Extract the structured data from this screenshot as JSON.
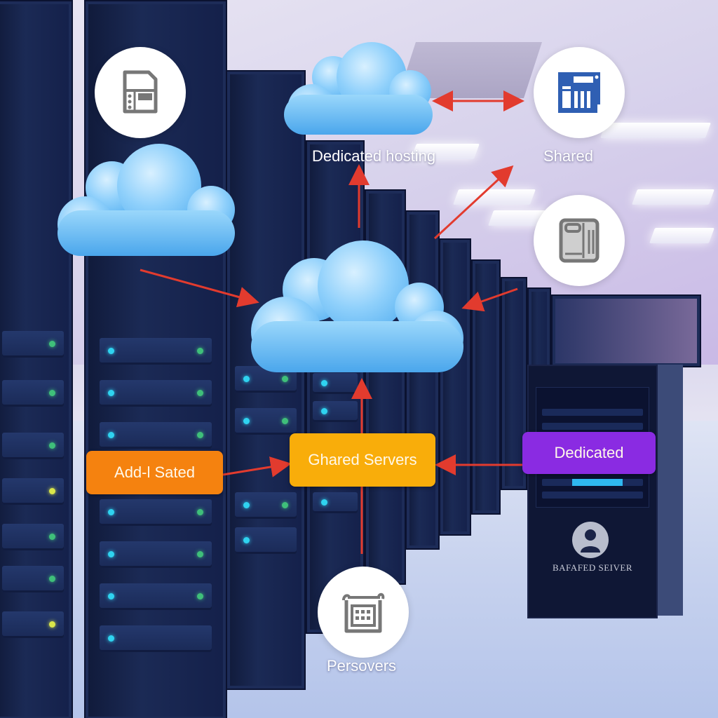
{
  "diagram": {
    "captions": {
      "dedicated_hosting": "Dedicated hosting",
      "shared": "Shared",
      "persovers": "Persovers"
    },
    "tags": {
      "add_sated": {
        "label": "Add-l Sated",
        "color": "#f5820f"
      },
      "ghared_servers": {
        "label": "Ghared Servers",
        "color": "#f9ad0a"
      },
      "dedicated": {
        "label": "Dedicated",
        "color": "#8a2be2"
      }
    },
    "console": {
      "label": "BAFAFED SEIVER"
    },
    "icons": [
      {
        "name": "document-icon",
        "position": "top-left"
      },
      {
        "name": "server-storage-icon",
        "position": "top-right",
        "color": "#2f5fb3"
      },
      {
        "name": "device-icon",
        "position": "right"
      },
      {
        "name": "calendar-icon",
        "position": "bottom"
      }
    ],
    "arrow_color": "#e23b2e"
  }
}
